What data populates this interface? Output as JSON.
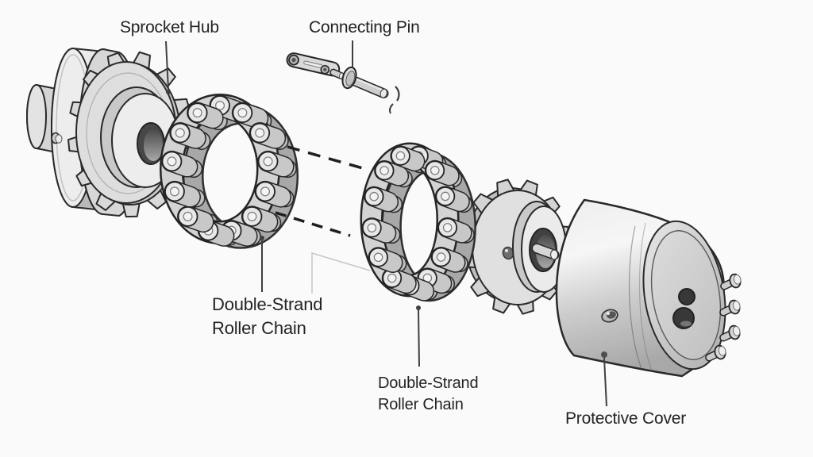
{
  "figure": {
    "type": "exploded-view technical illustration",
    "subject": "roller chain coupling assembly",
    "background_color": "#fafafa",
    "outline_color": "#2a2a2a",
    "label_color": "#232323",
    "leader_line_color": "#3f3f3f",
    "screw_count": 4
  },
  "labels": {
    "sprocket_hub": "Sprocket Hub",
    "connecting_pin": "Connecting Pin",
    "roller_chain_left": {
      "line1": "Double-Strand",
      "line2": "Roller Chain"
    },
    "roller_chain_center": {
      "line1": "Double-Strand",
      "line2": "Roller Chain"
    },
    "protective_cover": "Protective Cover"
  }
}
